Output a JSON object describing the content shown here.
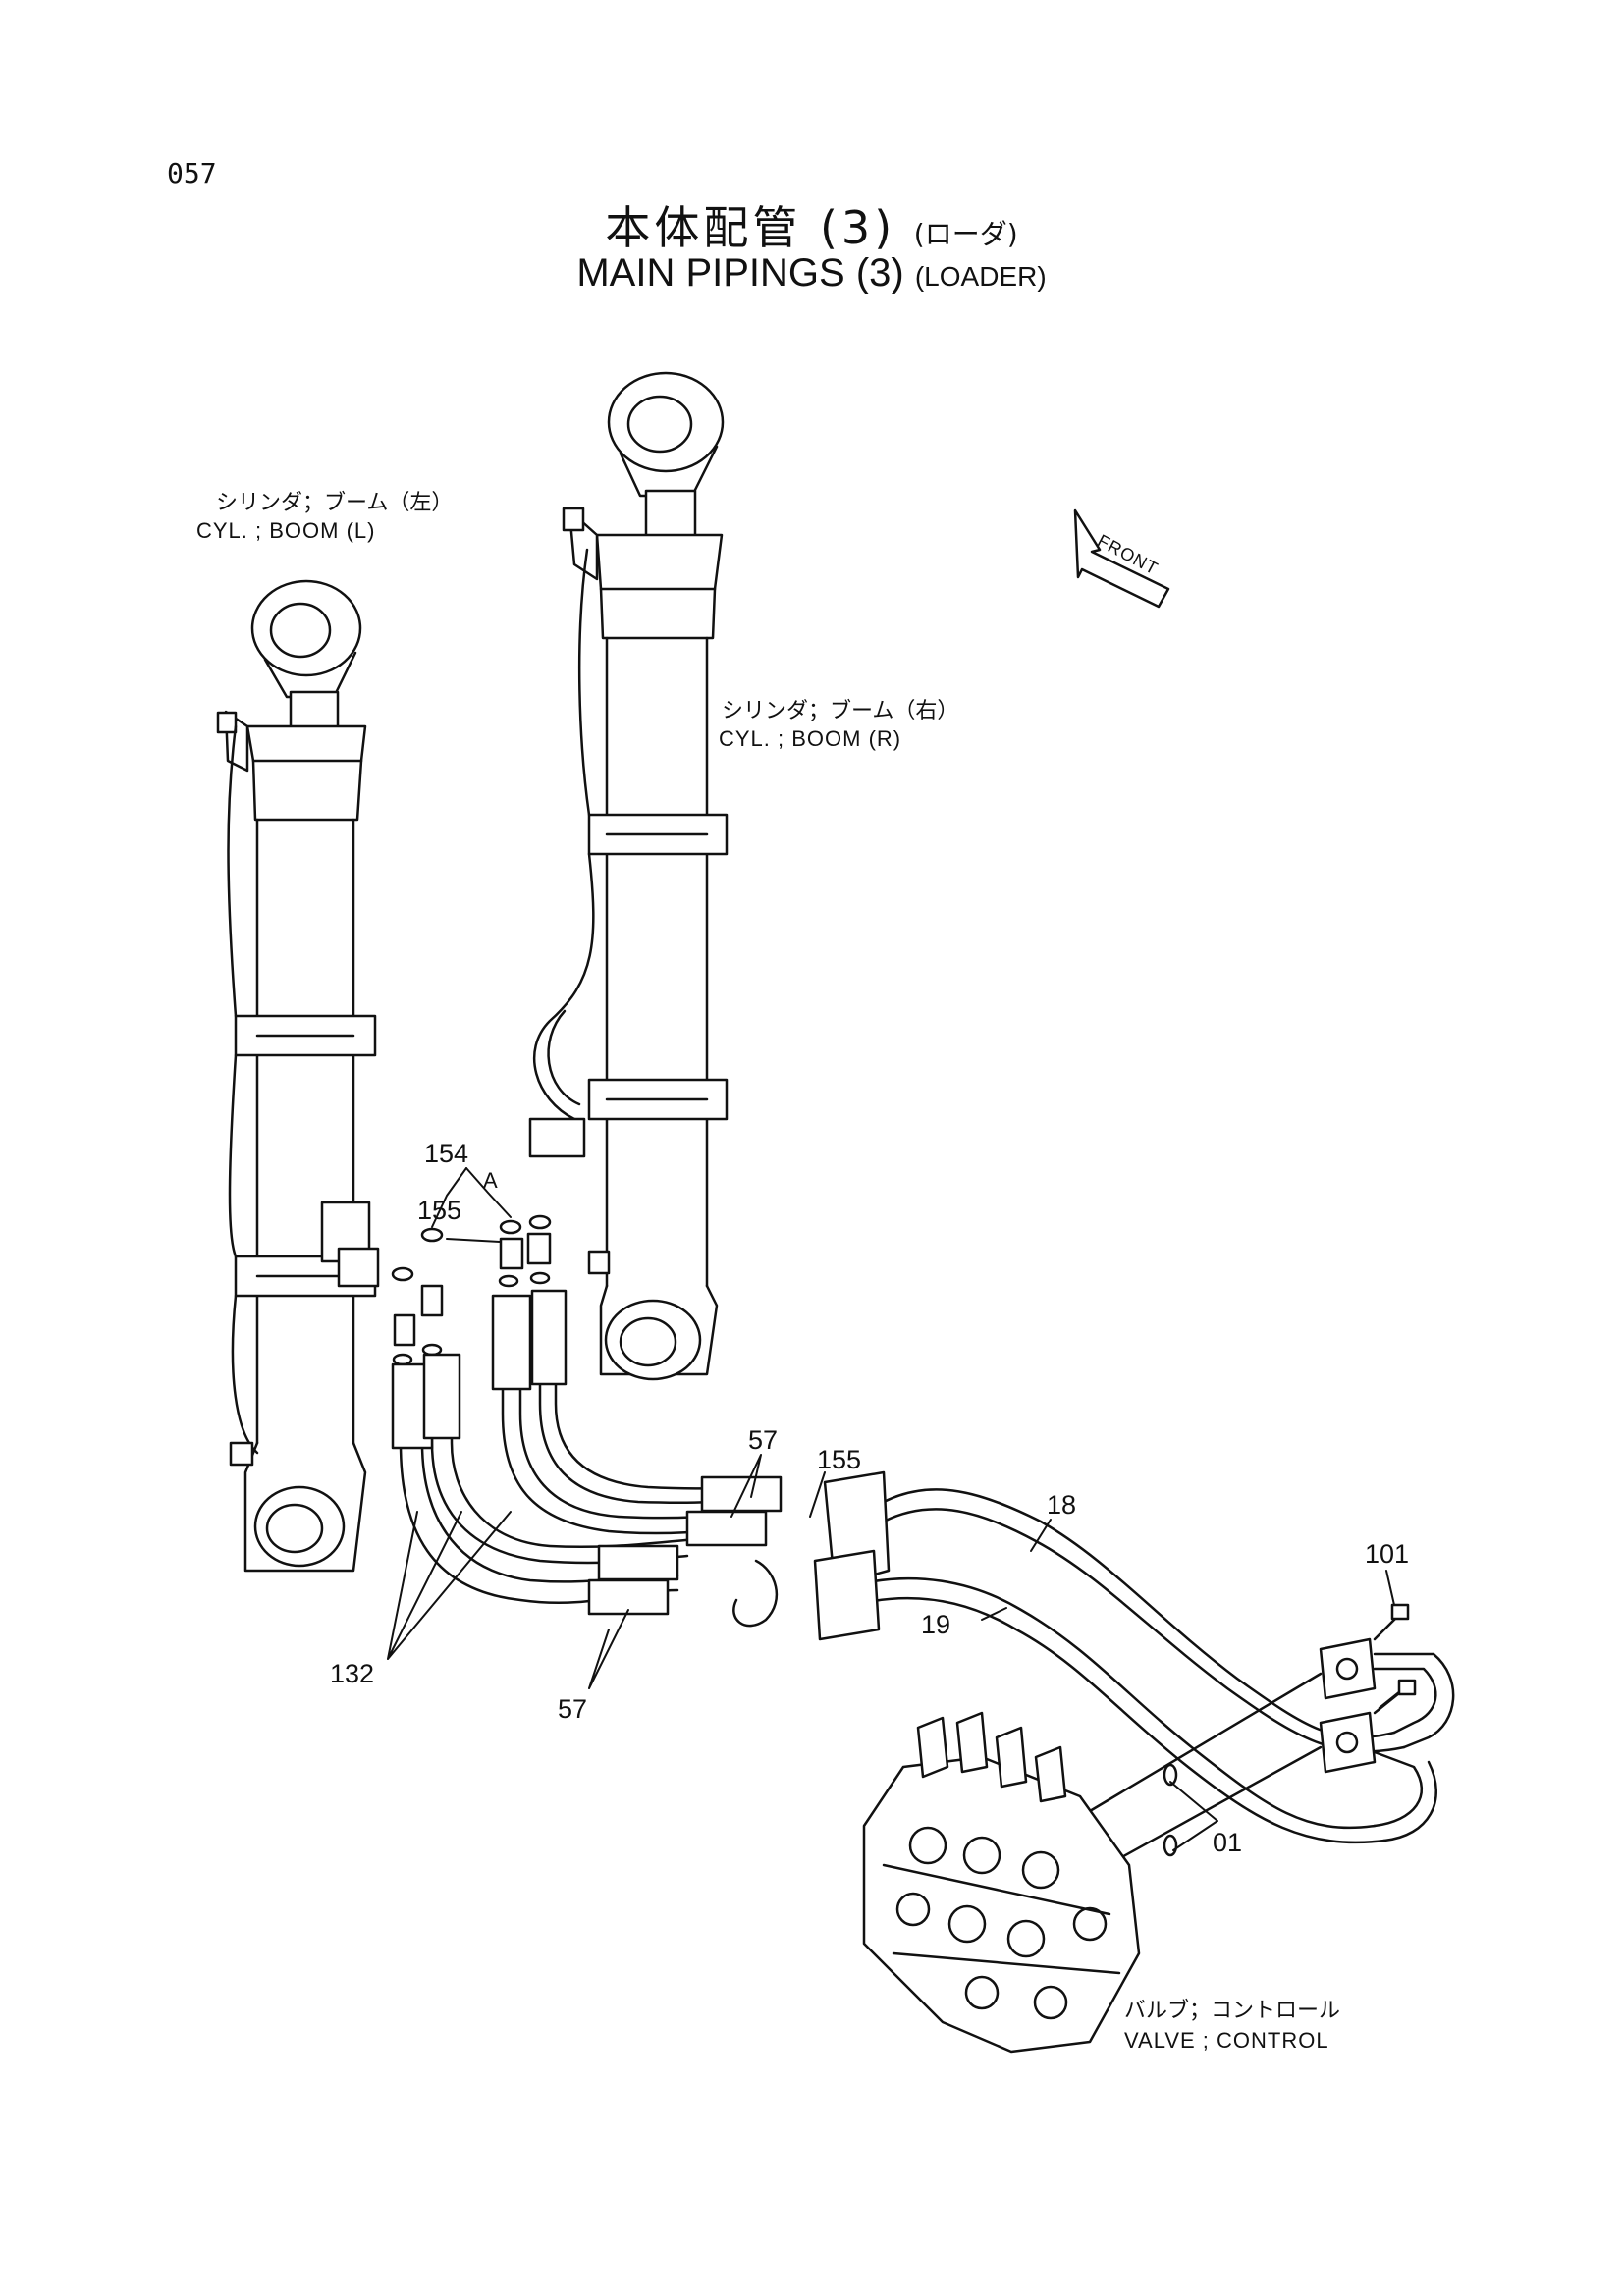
{
  "page_number": "057",
  "title": {
    "jp_main": "本体配管 (3)",
    "jp_sub": "(ローダ)",
    "en_main": "MAIN PIPINGS (3)",
    "en_sub": "(LOADER)"
  },
  "components": {
    "cyl_boom_left_jp": "シリンダ；ブーム（左）",
    "cyl_boom_left_en": "CYL. ; BOOM (L)",
    "cyl_boom_right_jp": "シリンダ；ブーム（右）",
    "cyl_boom_right_en": "CYL. ; BOOM (R)",
    "valve_control_jp": "バルブ；コントロール",
    "valve_control_en": "VALVE ; CONTROL",
    "front_arrow": "FRONT"
  },
  "detail_marker": "A",
  "part_numbers": {
    "p154": "154",
    "p155_left": "155",
    "p155_right": "155",
    "p57_top": "57",
    "p57_bottom": "57",
    "p18": "18",
    "p19": "19",
    "p101": "101",
    "p132": "132",
    "p01": "01"
  }
}
